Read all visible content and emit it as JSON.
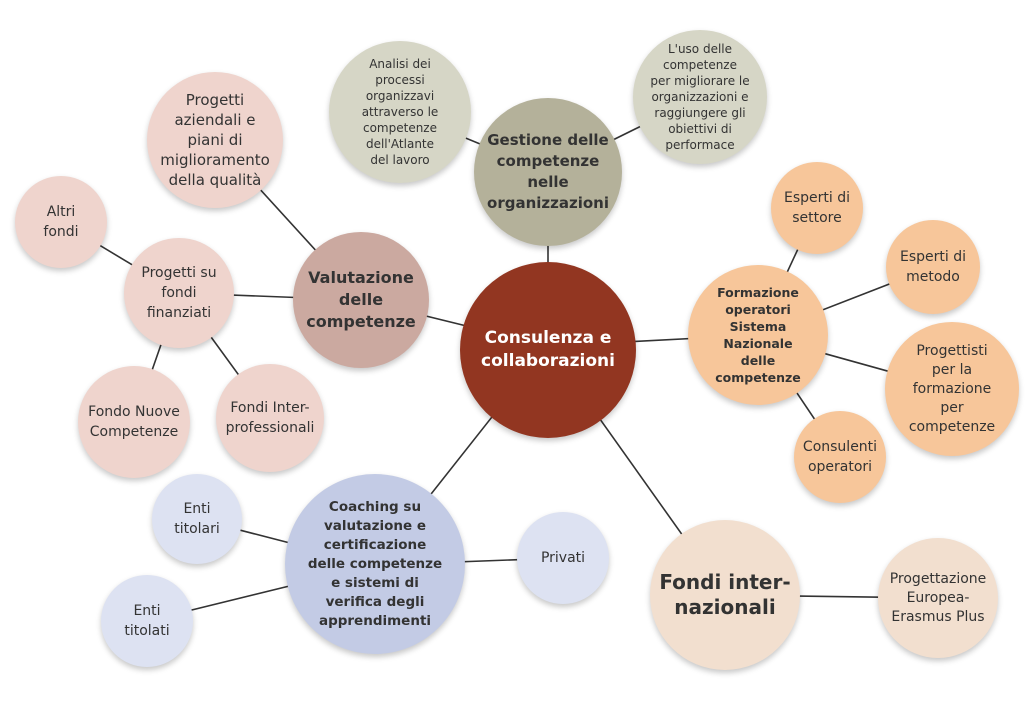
{
  "colors": {
    "center": "#923621",
    "gestione": "#b4b19a",
    "gestione_leaf": "#d6d6c6",
    "formazione": "#f7c69a",
    "fondi_int": "#f2dfcf",
    "coaching": "#c3cbe5",
    "coaching_leaf": "#dde2f2",
    "valutazione": "#cba9a0",
    "valutazione_leaf": "#efd4cd"
  },
  "nodes": {
    "center": "Consulenza e\ncollaborazioni",
    "gestione": "Gestione delle\ncompetenze\nnelle\norganizzazioni",
    "analisi": "Analisi dei\nprocessi\norganizzavi\nattraverso le\ncompetenze\ndell'Atlante\ndel lavoro",
    "uso": "L'uso delle\ncompetenze\nper migliorare le\norganizzazioni e\nraggiungere gli\nobiettivi di\nperformace",
    "formazione": "Formazione\noperatori\nSistema\nNazionale\ndelle\ncompetenze",
    "esperti_settore": "Esperti di\nsettore",
    "esperti_metodo": "Esperti di\nmetodo",
    "progettisti": "Progettisti\nper la\nformazione\nper\ncompetenze",
    "consulenti": "Consulenti\noperatori",
    "fondi_int": "Fondi inter-\nnazionali",
    "erasmus": "Progettazione\nEuropea-\nErasmus Plus",
    "coaching": "Coaching su\nvalutazione e\ncertificazione\ndelle competenze\ne sistemi di\nverifica degli\napprendimenti",
    "enti_titolari": "Enti\ntitolari",
    "enti_titolati": "Enti\ntitolati",
    "privati": "Privati",
    "valutazione": "Valutazione\ndelle\ncompetenze",
    "progetti_aziendali": "Progetti\naziendali e\npiani di\nmiglioramento\ndella qualità",
    "progetti_fondi": "Progetti su\nfondi\nfinanziati",
    "altri_fondi": "Altri\nfondi",
    "fondo_nuove": "Fondo Nuove\nCompetenze",
    "fondi_inter_prof": "Fondi Inter-\nprofessionali"
  }
}
